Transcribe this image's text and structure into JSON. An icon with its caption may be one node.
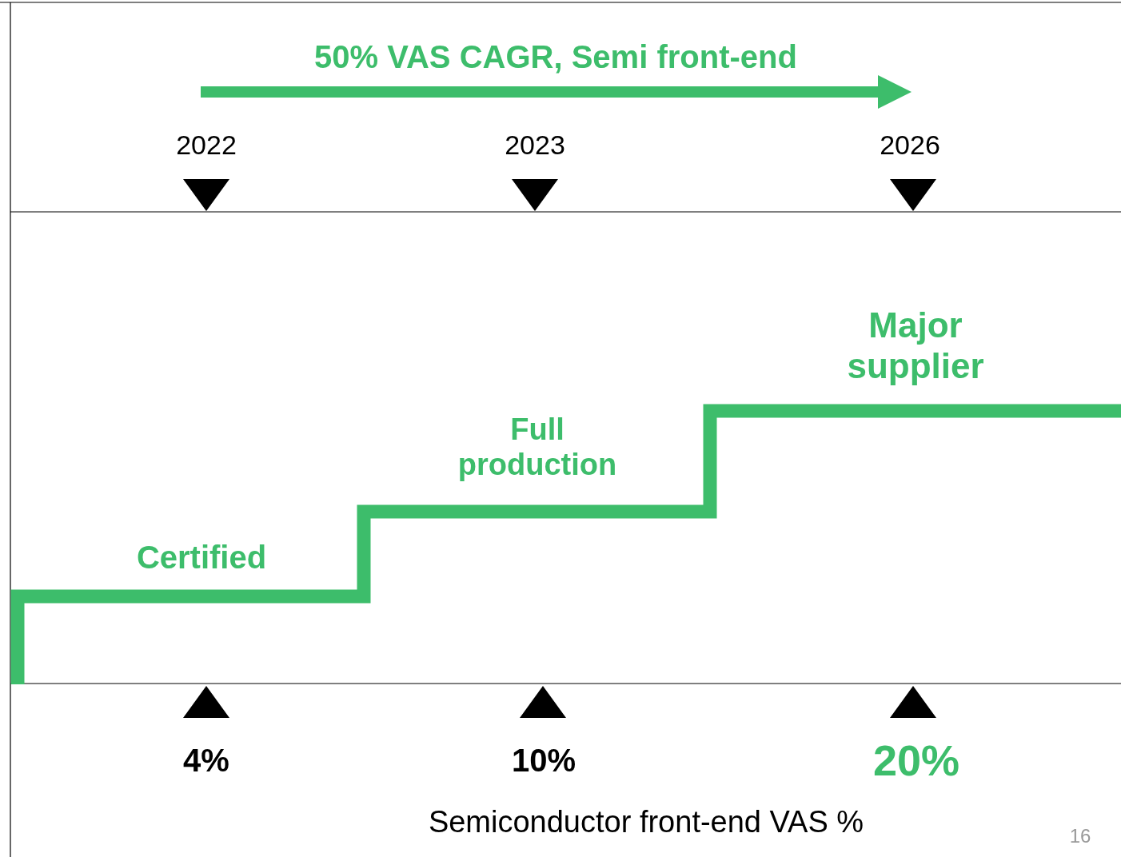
{
  "diagram": {
    "labels": [
      "50% VAS CAGR, Semi front-end",
      "2022",
      "2023",
      "2026",
      "Major supplier",
      "Full production",
      "Certified",
      "4%",
      "10%",
      "20%",
      "Semiconductor front-end VAS %",
      "16"
    ]
  }
}
